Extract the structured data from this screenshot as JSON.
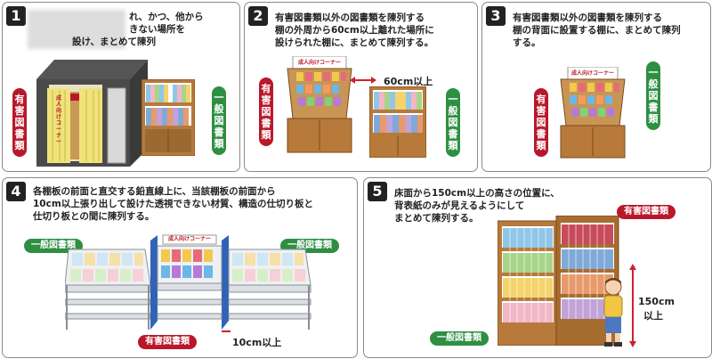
{
  "panels": [
    {
      "number": "1",
      "lines": [
        "",
        "",
        ""
      ],
      "visible_fragments": [
        "れ、かつ、他から",
        "きない場所を",
        "設け、まとめて陳列"
      ],
      "labels": {
        "harmful": "有害図書類",
        "general": "一般図書類",
        "corner": "成人向けコーナー"
      }
    },
    {
      "number": "2",
      "lines": [
        "有害図書類以外の図書類を陳列する",
        "棚の外周から60cm以上離れた場所に",
        "設けられた棚に、まとめて陳列する。"
      ],
      "labels": {
        "harmful": "有害図書類",
        "general": "一般図書類",
        "corner": "成人向けコーナー",
        "distance": "60cm以上"
      }
    },
    {
      "number": "3",
      "lines": [
        "有害図書類以外の図書類を陳列する",
        "棚の背面に設置する棚に、まとめて陳列",
        "する。"
      ],
      "labels": {
        "harmful": "有害図書類",
        "general": "一般図書類",
        "corner": "成人向けコーナー"
      }
    },
    {
      "number": "4",
      "lines": [
        "各棚板の前面と直交する鉛直線上に、当該棚板の前面から",
        "10cm以上張り出して設けた透視できない材質、構造の仕切り板と",
        "仕切り板との間に陳列する。"
      ],
      "labels": {
        "harmful": "有害図書類",
        "general_left": "一般図書類",
        "general_right": "一般図書類",
        "corner": "成人向けコーナー",
        "distance": "10cm以上"
      }
    },
    {
      "number": "5",
      "lines": [
        "床面から150cm以上の高さの位置に、",
        "背表紙のみが見えるようにして",
        "まとめて陳列する。"
      ],
      "labels": {
        "harmful": "有害図書類",
        "general": "一般図書類",
        "height_value": "150cm",
        "height_unit": "以上"
      }
    }
  ],
  "colors": {
    "harmful_red": "#b9182b",
    "general_green": "#2e8f43",
    "wood": "#b77a3a",
    "wood_dark": "#7a4a1c"
  }
}
